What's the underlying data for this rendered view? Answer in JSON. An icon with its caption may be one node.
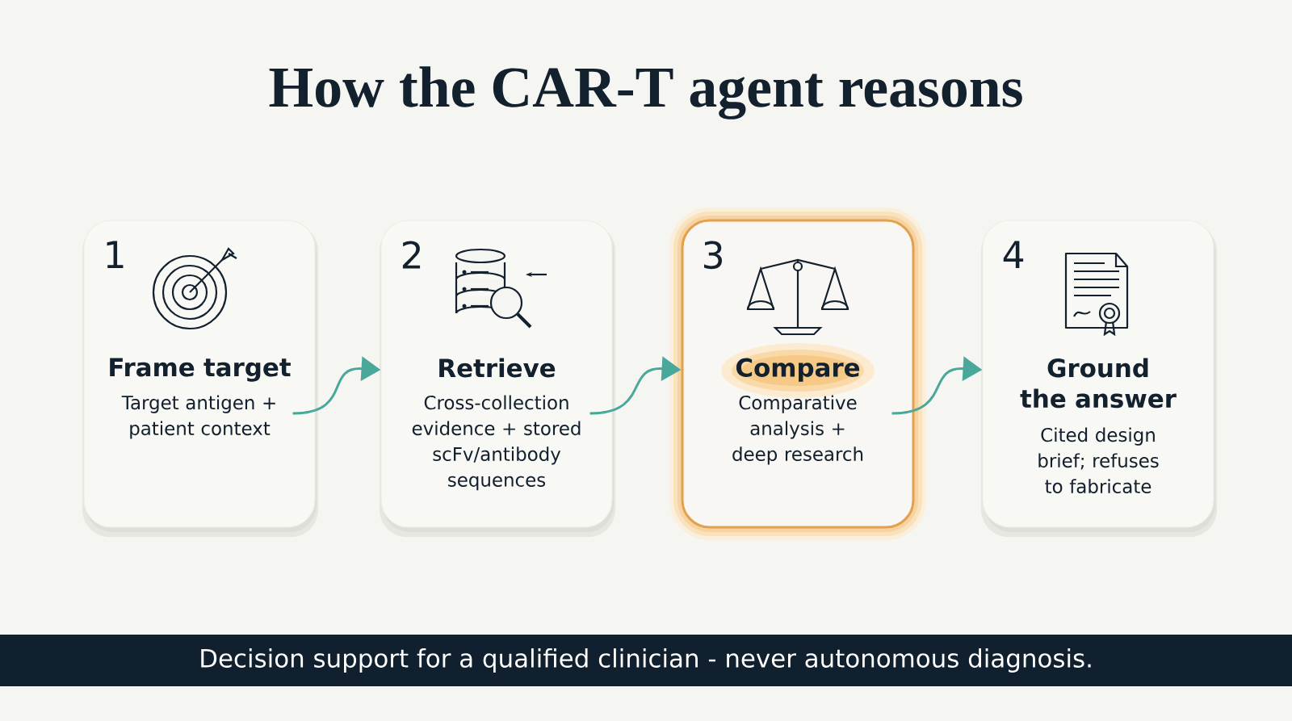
{
  "diagram": {
    "title": "How the CAR-T agent reasons",
    "nodes": [
      {
        "text": [
          "1",
          "Frame target",
          "Target antigen + patient context"
        ]
      },
      {
        "text": [
          "2",
          "Retrieve",
          "Cross-collection evidence + stored scFv/antibody sequences"
        ]
      },
      {
        "text": [
          "3",
          "Compare",
          "Comparative analysis + deep research"
        ]
      },
      {
        "text": [
          "4",
          "Ground the answer",
          "Cited design brief; refuses to fabricate"
        ]
      },
      {
        "text": [
          "Decision support for a qualified clinician - never autonomous diagnosis."
        ]
      }
    ],
    "edges": [
      {
        "from": 0,
        "to": 1,
        "arrow": "to"
      },
      {
        "from": 1,
        "to": 2,
        "arrow": "to"
      },
      {
        "from": 2,
        "to": 3,
        "arrow": "to"
      }
    ]
  }
}
